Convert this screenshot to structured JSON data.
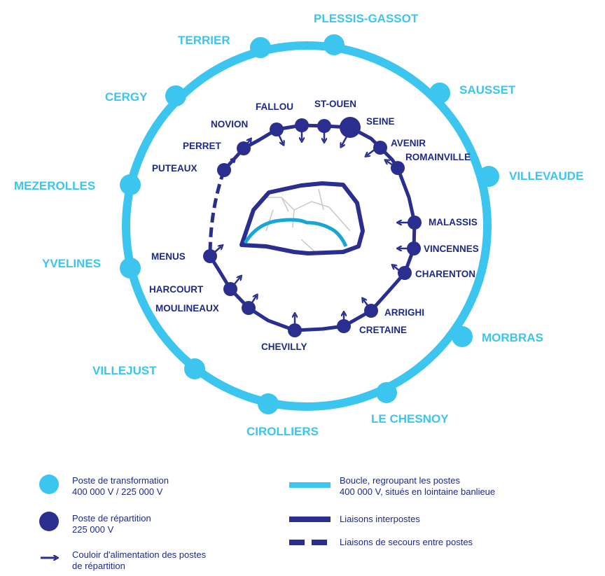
{
  "colors": {
    "outer": "#3cc5ee",
    "inner": "#2a2f8f",
    "river": "#1aa6d2",
    "paris_border": "#2a2f8f",
    "paris_districts": "#c8c8c8"
  },
  "outer_stations": {
    "plessis_gassot": "PLESSIS-GASSOT",
    "terrier": "TERRIER",
    "sausset": "SAUSSET",
    "cergy": "CERGY",
    "villevaude": "VILLEVAUDE",
    "mezerolles": "MEZEROLLES",
    "yvelines": "YVELINES",
    "morbras": "MORBRAS",
    "villejust": "VILLEJUST",
    "le_chesnoy": "LE CHESNOY",
    "cirolliers": "CIROLLIERS"
  },
  "inner_stations": {
    "fallou": "FALLOU",
    "st_ouen": "ST-OUEN",
    "seine": "SEINE",
    "novion": "NOVION",
    "avenir": "AVENIR",
    "perret": "PERRET",
    "romainville": "ROMAINVILLE",
    "puteaux": "PUTEAUX",
    "malassis": "MALASSIS",
    "vincennes": "VINCENNES",
    "menus": "MENUS",
    "charenton": "CHARENTON",
    "harcourt": "HARCOURT",
    "arrighi": "ARRIGHI",
    "moulineaux": "MOULINEAUX",
    "cretaine": "CRETAINE",
    "chevilly": "CHEVILLY"
  },
  "legend": {
    "transformation_line1": "Poste de transformation",
    "transformation_line2": "400 000 V / 225 000 V",
    "repartition_line1": "Poste de répartition",
    "repartition_line2": "225 000 V",
    "couloir_line1": "Couloir d'alimentation des postes",
    "couloir_line2": "de répartition",
    "boucle_line1": "Boucle, regroupant les postes",
    "boucle_line2": "400 000 V, situés en lointaine banlieue",
    "interpostes": "Liaisons interpostes",
    "secours": "Liaisons de secours entre postes"
  }
}
